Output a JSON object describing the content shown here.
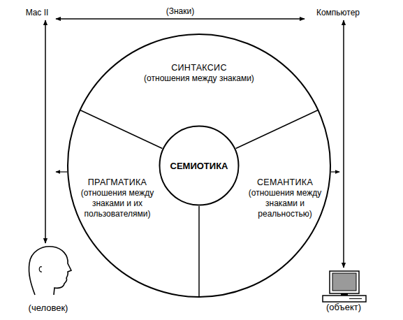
{
  "diagram": {
    "nodes": [
      {
        "text": [
          "Mac II"
        ]
      },
      {
        "text": [
          "Компьютер"
        ]
      },
      {
        "text": [
          "СИНТАКСИС",
          "(отношения между знаками)"
        ]
      },
      {
        "text": [
          "ПРАГМАТИКА",
          "(отношения между знаками и их пользователями)"
        ]
      },
      {
        "text": [
          "СЕМИОТИКА"
        ]
      },
      {
        "text": [
          "СЕМАНТИКА",
          "(отношения между знаками и реальностью)"
        ]
      },
      {
        "text": [
          "(человек)"
        ]
      },
      {
        "text": [
          "(объект)"
        ]
      }
    ],
    "edges": [
      {
        "from": 0,
        "to": 1,
        "label": "(Знаки)",
        "arrow": "both"
      },
      {
        "from": 0,
        "to": 6,
        "arrow": "both"
      },
      {
        "from": 1,
        "to": 7,
        "arrow": "both"
      }
    ]
  }
}
